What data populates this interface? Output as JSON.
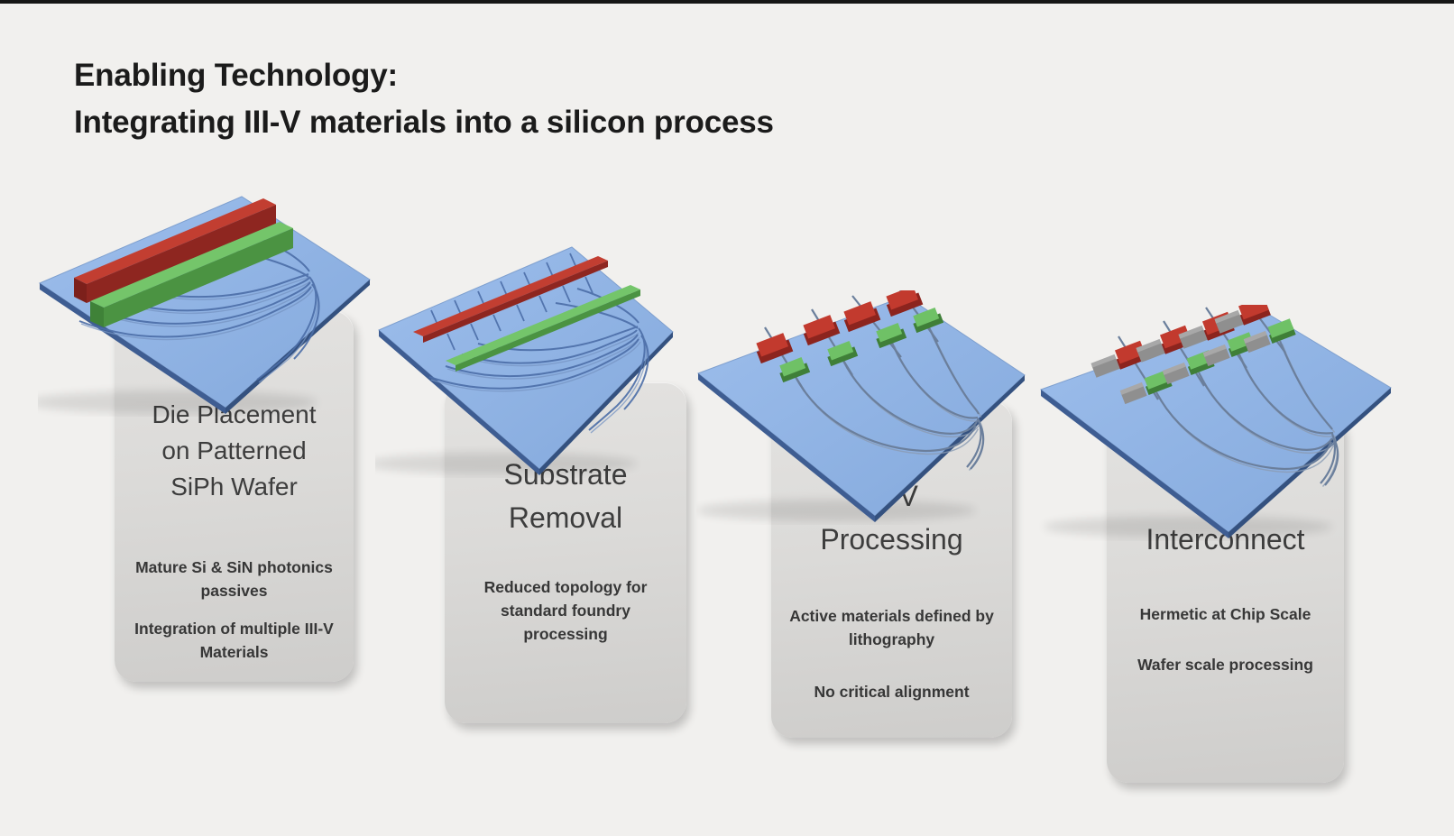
{
  "title": {
    "line1": "Enabling Technology:",
    "line2": "Integrating III-V materials into a silicon process"
  },
  "stages": [
    {
      "heading": "Die Placement on Patterned SiPh Wafer",
      "points": [
        "Mature Si & SiN photonics passives",
        "Integration of multiple III-V Materials"
      ]
    },
    {
      "heading": "Substrate Removal",
      "points": [
        "Reduced topology for standard foundry processing"
      ]
    },
    {
      "heading": "III-V Processing",
      "points": [
        "Active materials defined by lithography",
        "No critical alignment"
      ]
    },
    {
      "heading": "Interconnect",
      "points": [
        "Hermetic at Chip Scale",
        "Wafer scale processing"
      ]
    }
  ],
  "colors": {
    "background": "#f1f0ee",
    "top_strip": "#161616",
    "card_background": "#dbdad8",
    "title_text": "#1b1b1b",
    "card_text": "#3a3a3a",
    "wafer_blue_top": "#93b6e4",
    "wafer_edge_dark": "#3e5d92",
    "waveguide_blue": "#4c6ea8",
    "waveguide_gray": "#6b7f9c",
    "iii_v_red_top": "#c23a2e",
    "iii_v_red_side": "#8c241e",
    "iii_v_green_top": "#6fc166",
    "iii_v_green_side": "#3f7f38",
    "interconnect_gray": "#8f8f8f"
  }
}
